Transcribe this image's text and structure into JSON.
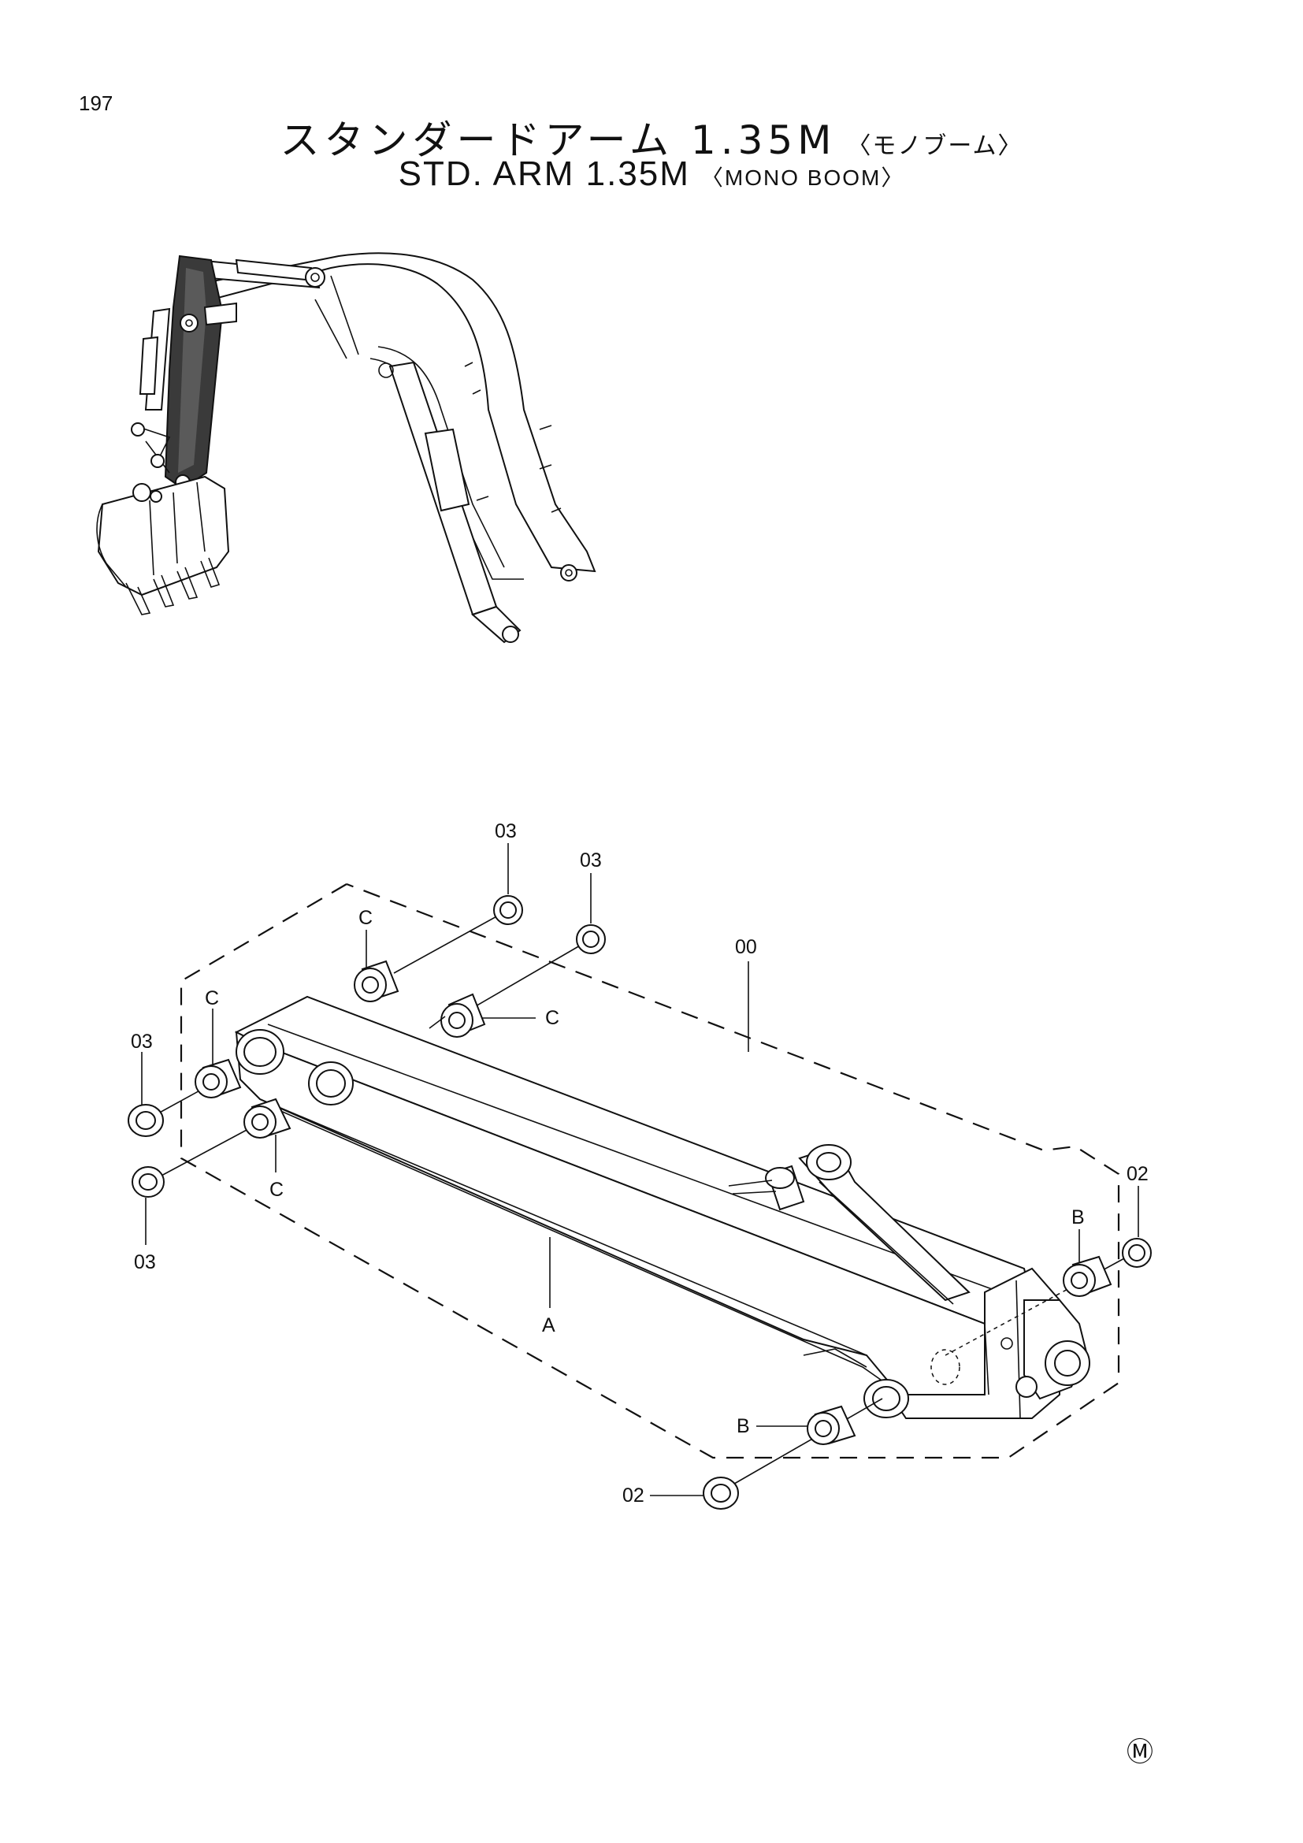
{
  "page": {
    "number": "197"
  },
  "title": {
    "jp_main": "スタンダードアーム 1.35M",
    "jp_sub": "〈モノブーム〉",
    "en_main": "STD. ARM 1.35M",
    "en_sub": "〈MONO BOOM〉"
  },
  "callouts": {
    "top_left_washer": "03",
    "top_right_washer": "03",
    "assembly": "00",
    "upper_bushing_left": "C",
    "upper_bushing_right": "C",
    "left_bushing_top": "C",
    "left_washer_top": "03",
    "left_bushing_bottom": "C",
    "left_washer_bottom": "03",
    "arm": "A",
    "right_bushing_top": "B",
    "right_washer_top": "02",
    "bottom_bushing": "B",
    "bottom_washer": "02"
  },
  "mark": {
    "symbol": "Ⓜ"
  }
}
